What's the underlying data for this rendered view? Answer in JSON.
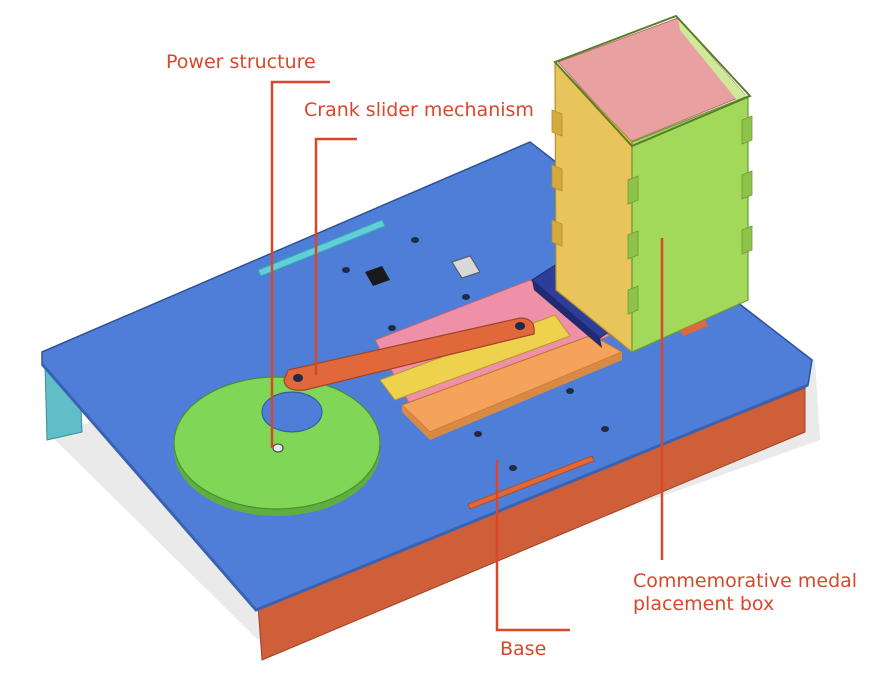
{
  "labels": {
    "power_structure": "Power structure",
    "crank_slider": "Crank slider mechanism",
    "medal_box_line1": "Commemorative medal",
    "medal_box_line2": "placement box",
    "base": "Base"
  },
  "colors": {
    "callout": "#d9472b",
    "base_top": "#4f7ed8",
    "base_front": "#cf5f38",
    "base_left": "#5fbec8",
    "disc": "#7fd657",
    "crank": "#e0683a",
    "slider_orange": "#f5a35a",
    "slider_yellow": "#eed24e",
    "slider_pink": "#ef8fa8",
    "block_navy": "#2f3d9a",
    "box_front": "#a2d95a",
    "box_side": "#e8c45a",
    "box_back": "#e9a0a0",
    "slot_cyan": "#5fd0d8"
  }
}
